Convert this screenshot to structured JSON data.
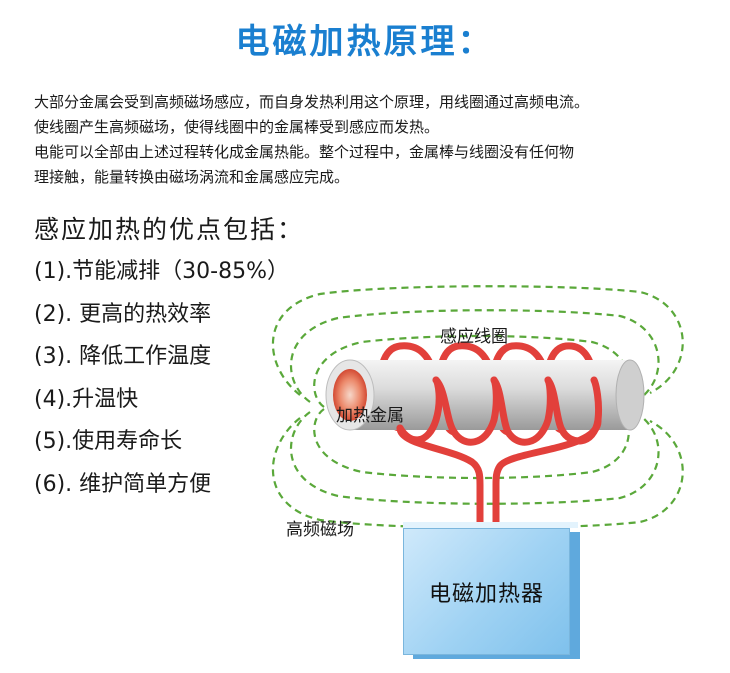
{
  "title": "电磁加热原理：",
  "intro": [
    "大部分金属会受到高频磁场感应，而自身发热利用这个原理，用线圈通过高频电流。",
    "使线圈产生高频磁场，使得线圈中的金属棒受到感应而发热。",
    "电能可以全部由上述过程转化成金属热能。整个过程中，金属棒与线圈没有任何物",
    "理接触，能量转换由磁场涡流和金属感应完成。"
  ],
  "advantages_title": "感应加热的优点包括：",
  "advantages": [
    "(1).节能减排（30-85%）",
    "(2). 更高的热效率",
    "(3). 降低工作温度",
    "(4).升温快",
    "(5).使用寿命长",
    "(6). 维护简单方便"
  ],
  "diagram": {
    "coil_label": "感应线圈",
    "metal_label": "加热金属",
    "field_label": "高频磁场",
    "heater_label": "电磁加热器",
    "colors": {
      "title": "#1a7fd0",
      "coil": "#e2403b",
      "field": "#5aa83a",
      "heater": "#9fd2f3"
    }
  }
}
